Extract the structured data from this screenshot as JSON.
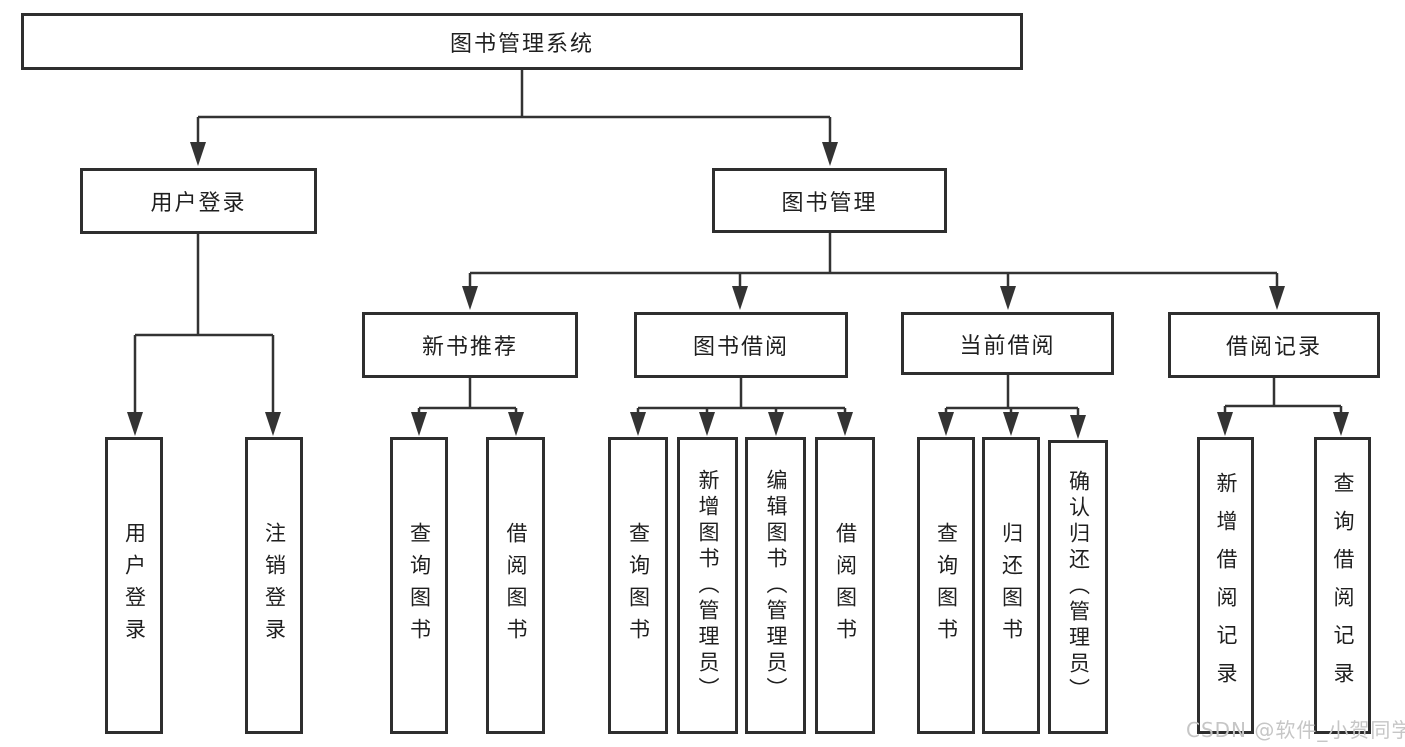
{
  "diagram": {
    "title": "图书管理系统",
    "branches": [
      {
        "label": "用户登录",
        "children": [
          "用户登录",
          "注销登录"
        ]
      },
      {
        "label": "图书管理",
        "sections": [
          {
            "label": "新书推荐",
            "children": [
              "查询图书",
              "借阅图书"
            ]
          },
          {
            "label": "图书借阅",
            "children": [
              "查询图书",
              "新增图书（管理员）",
              "编辑图书（管理员）",
              "借阅图书"
            ]
          },
          {
            "label": "当前借阅",
            "children": [
              "查询图书",
              "归还图书",
              "确认归还（管理员）"
            ]
          },
          {
            "label": "借阅记录",
            "children": [
              "新增借阅记录",
              "查询借阅记录"
            ]
          }
        ]
      }
    ]
  },
  "watermark": "CSDN @软件_小贺同学",
  "colors": {
    "line": "#333333",
    "box_border": "#2e2e2e",
    "text": "#1f1f1f",
    "watermark_text": "#c6c6c6",
    "background": "#ffffff"
  }
}
